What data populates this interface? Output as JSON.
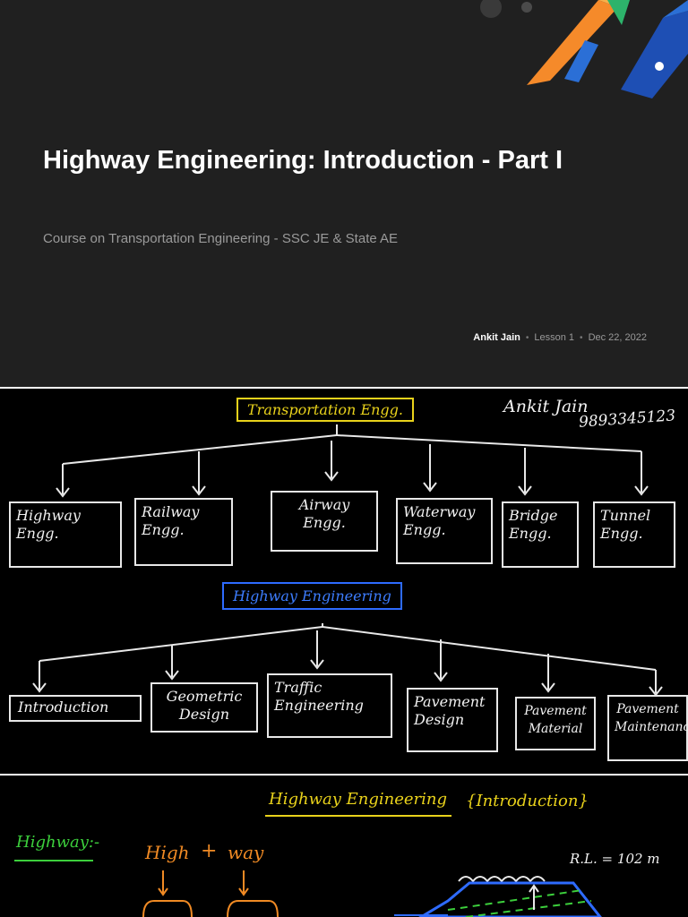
{
  "cover": {
    "title": "Highway Engineering: Introduction - Part I",
    "subtitle": "Course on Transportation Engineering - SSC JE & State AE",
    "author": "Ankit Jain",
    "lesson": "Lesson 1",
    "date": "Dec 22, 2022"
  },
  "board1": {
    "top_header": "Transportation Engg.",
    "signature_name": "Ankit Jain",
    "signature_phone": "9893345123",
    "transport_boxes": [
      "Highway\nEngg.",
      "Railway\nEngg.",
      "Airway\nEngg.",
      "Waterway\nEngg.",
      "Bridge\nEngg.",
      "Tunnel\nEngg."
    ],
    "highway_header": "Highway Engineering",
    "highway_boxes": [
      "Introduction",
      "Geometric\nDesign",
      "Traffic\nEngineering",
      "Pavement\nDesign",
      "Pavement\nMaterial",
      "Pavement\nMaintenance"
    ]
  },
  "board2": {
    "heading": "Highway Engineering",
    "heading_bracket": "{Introduction}",
    "left_label": "Highway:-",
    "word_high": "High",
    "word_plus": "+",
    "word_way": "way",
    "rl_label": "R.L. = 102 m"
  },
  "colors": {
    "board_bg": "#000000",
    "cover_bg": "#202020",
    "yellow": "#e9d21b",
    "blue": "#2e6bff",
    "green": "#3ccf3c",
    "orange": "#f08a24"
  }
}
